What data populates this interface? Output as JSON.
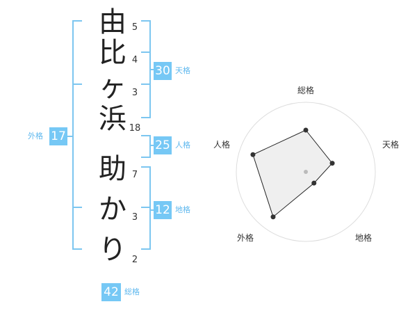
{
  "name_chars": [
    {
      "char": "由",
      "strokes": "5"
    },
    {
      "char": "比",
      "strokes": "4"
    },
    {
      "char": "ヶ",
      "strokes": "3"
    },
    {
      "char": "浜",
      "strokes": "18"
    },
    {
      "char": "助",
      "strokes": "7"
    },
    {
      "char": "か",
      "strokes": "3"
    },
    {
      "char": "り",
      "strokes": "2"
    }
  ],
  "scores": {
    "tenkaku": {
      "value": "30",
      "label": "天格"
    },
    "jinkaku": {
      "value": "25",
      "label": "人格"
    },
    "chikaku": {
      "value": "12",
      "label": "地格"
    },
    "gaikaku": {
      "value": "17",
      "label": "外格"
    },
    "soukaku": {
      "value": "42",
      "label": "総格"
    }
  },
  "radar": {
    "axes": [
      "総格",
      "天格",
      "地格",
      "外格",
      "人格"
    ],
    "levels": 5,
    "values": [
      3,
      2,
      1,
      4,
      4
    ],
    "colors": {
      "fill": "#efefef",
      "line": "#222222",
      "ring": "#dddddd",
      "point": "#333333",
      "center": "#bbbbbb"
    }
  },
  "colors": {
    "accent": "#76c8f5",
    "accent_text": "#5fb8ee",
    "bracket": "#7cc6f0"
  }
}
